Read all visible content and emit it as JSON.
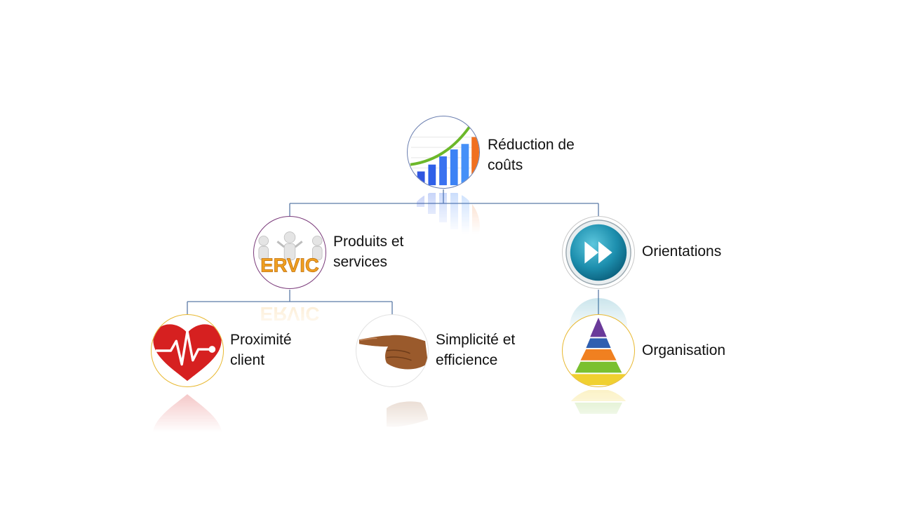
{
  "nodes": {
    "root": {
      "label": "Réduction de\ncoûts",
      "icon": "growth-chart-icon"
    },
    "products": {
      "label": "Produits et\nservices",
      "icon": "service-people-icon"
    },
    "orientations": {
      "label": "Orientations",
      "icon": "fast-forward-icon"
    },
    "proximity": {
      "label": "Proximité\nclient",
      "icon": "heartbeat-icon"
    },
    "simplicity": {
      "label": "Simplicité et\nefficience",
      "icon": "pointing-hand-icon"
    },
    "organisation": {
      "label": "Organisation",
      "icon": "pyramid-icon"
    }
  },
  "colors": {
    "connector": "#5b7aa6",
    "ring_blue": "#6b7fb0",
    "ring_purple": "#7a3a7a",
    "ring_gold": "#e8b830",
    "ring_light": "#d6d6d6"
  }
}
